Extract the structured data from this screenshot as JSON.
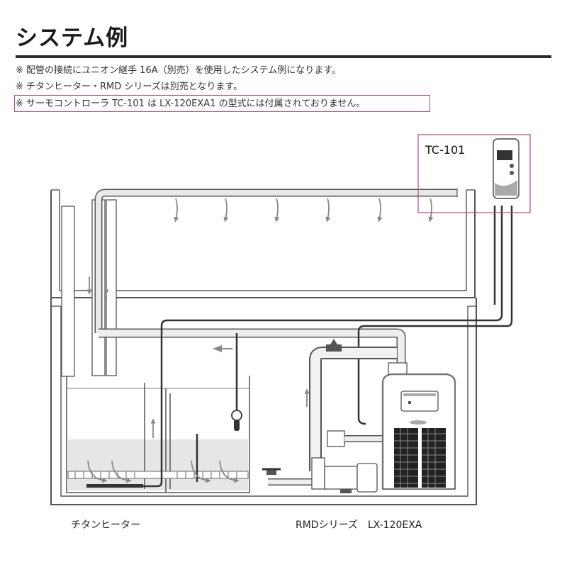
{
  "header": {
    "title": "システム例"
  },
  "notes": [
    "※ 配管の接続にユニオン継手 16A（別売）を使用したシステム例になります。",
    "※ チタンヒーター・RMD シリーズは別売となります。",
    "※ サーモコントローラ TC-101 は LX-120EXA1 の型式には付属されておりません。"
  ],
  "diagram": {
    "controller_label": "TC-101",
    "heater_caption": "チタンヒーター",
    "cooler_caption": "RMDシリーズ　LX-120EXA"
  },
  "colors": {
    "highlight_border": "#c0477a",
    "pipe": "#555555",
    "pipe_light": "#e9e9e9",
    "water": "#e4e4e4",
    "arrow": "#888888"
  }
}
